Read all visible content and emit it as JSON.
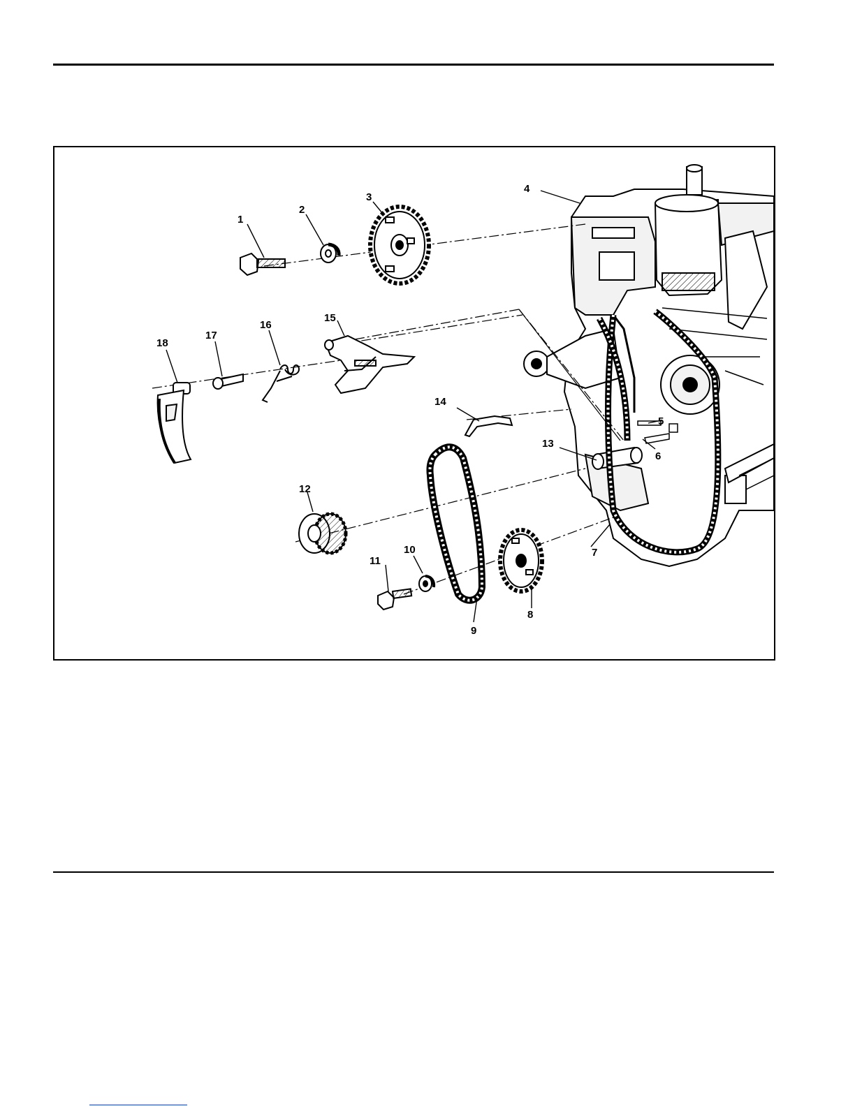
{
  "figure": {
    "callouts": [
      "1",
      "2",
      "3",
      "4",
      "5",
      "6",
      "7",
      "8",
      "9",
      "10",
      "11",
      "12",
      "13",
      "14",
      "15",
      "16",
      "17",
      "18"
    ]
  },
  "colors": {
    "ink": "#000000",
    "paper": "#ffffff",
    "link": "#1a3fbf"
  }
}
